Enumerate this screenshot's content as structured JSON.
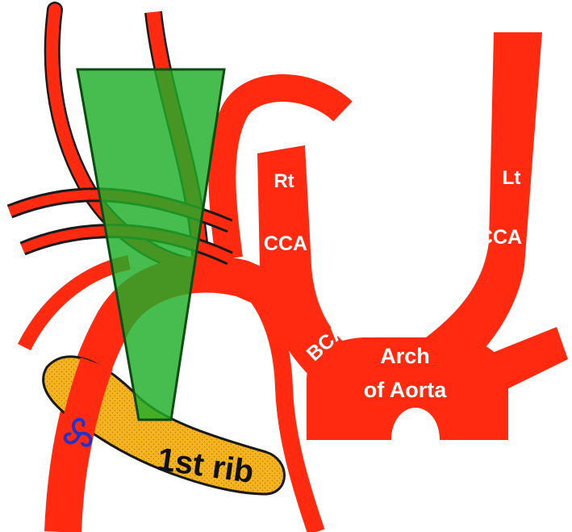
{
  "labels": {
    "rt_cca_1": "Rt",
    "rt_cca_2": "CCA",
    "lt_cca_1": "Lt",
    "lt_cca_2": "CCA",
    "bca": "BCA",
    "arch_1": "Arch",
    "arch_2": "of Aorta",
    "rib": "1st rib"
  },
  "colors": {
    "artery": "#ff2a10",
    "outline": "#1a1a1a",
    "rib_fill": "#f5b31e",
    "triangle": "#1fae2a",
    "triangle_edge": "#0b4d10",
    "marker": "#2233cc"
  },
  "icons": {
    "nerve_marker": "triskelion-icon"
  }
}
